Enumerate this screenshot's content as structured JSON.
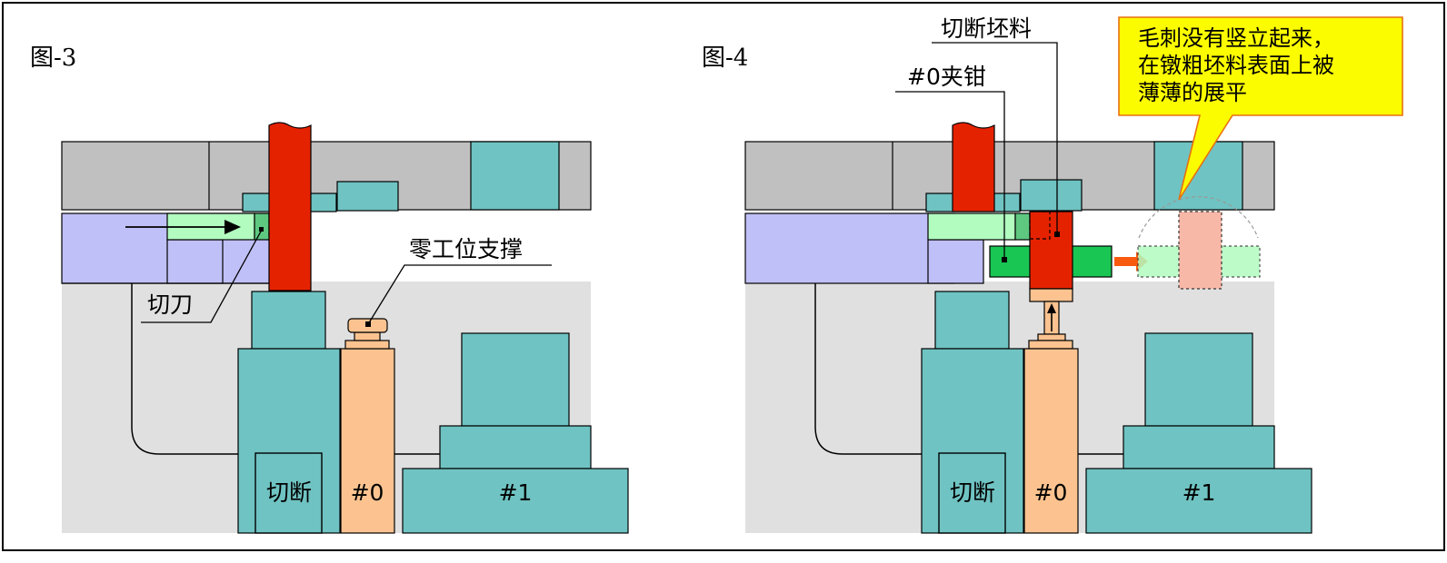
{
  "figures": [
    {
      "title": "图-3",
      "labels": {
        "cutter": "切刀",
        "zero_support": "零工位支撑"
      },
      "stations": {
        "cut": "切断",
        "s0": "#0",
        "s1": "#1"
      }
    },
    {
      "title": "图-4",
      "labels": {
        "cut_blank": "切断坯料",
        "clamp0": "#0夹钳"
      },
      "callout": [
        "毛刺没有竖立起来，",
        "在镦粗坯料表面上被",
        "薄薄的展平"
      ],
      "stations": {
        "cut": "切断",
        "s0": "#0",
        "s1": "#1"
      }
    }
  ],
  "colors": {
    "die_gray": "#c0c0c0",
    "bg_gray": "#e0e0e0",
    "teal": "#6fc3c2",
    "lavender": "#c0c0f8",
    "red": "#e52200",
    "orange_tool": "#fcc390",
    "light_green": "#b2fcc0",
    "green": "#1ac653",
    "callout_yellow": "#fcfc00",
    "salmon": "#f8b8a8",
    "arrow_orange": "#f85a10"
  }
}
